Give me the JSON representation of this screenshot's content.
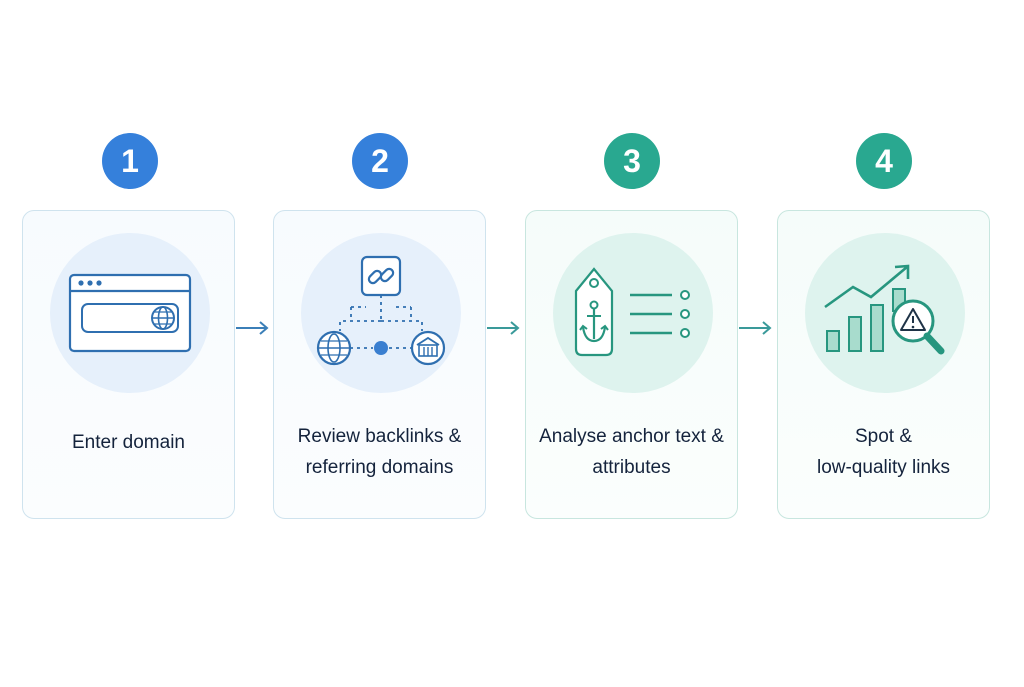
{
  "colors": {
    "blue": "#3580db",
    "teal": "#29a890",
    "icon_blue": "#2f6fb0",
    "icon_teal": "#27967f",
    "text": "#14233c"
  },
  "steps": [
    {
      "number": "1",
      "icon": "browser-globe-icon",
      "label_lines": [
        "Enter domain"
      ]
    },
    {
      "number": "2",
      "icon": "link-network-icon",
      "label_lines": [
        "Review backlinks &",
        "referring domains"
      ]
    },
    {
      "number": "3",
      "icon": "anchor-tag-list-icon",
      "label_lines": [
        "Analyse anchor text &",
        "attributes"
      ]
    },
    {
      "number": "4",
      "icon": "chart-warning-magnifier-icon",
      "label_lines": [
        "Spot &",
        "low-quality links"
      ]
    }
  ]
}
